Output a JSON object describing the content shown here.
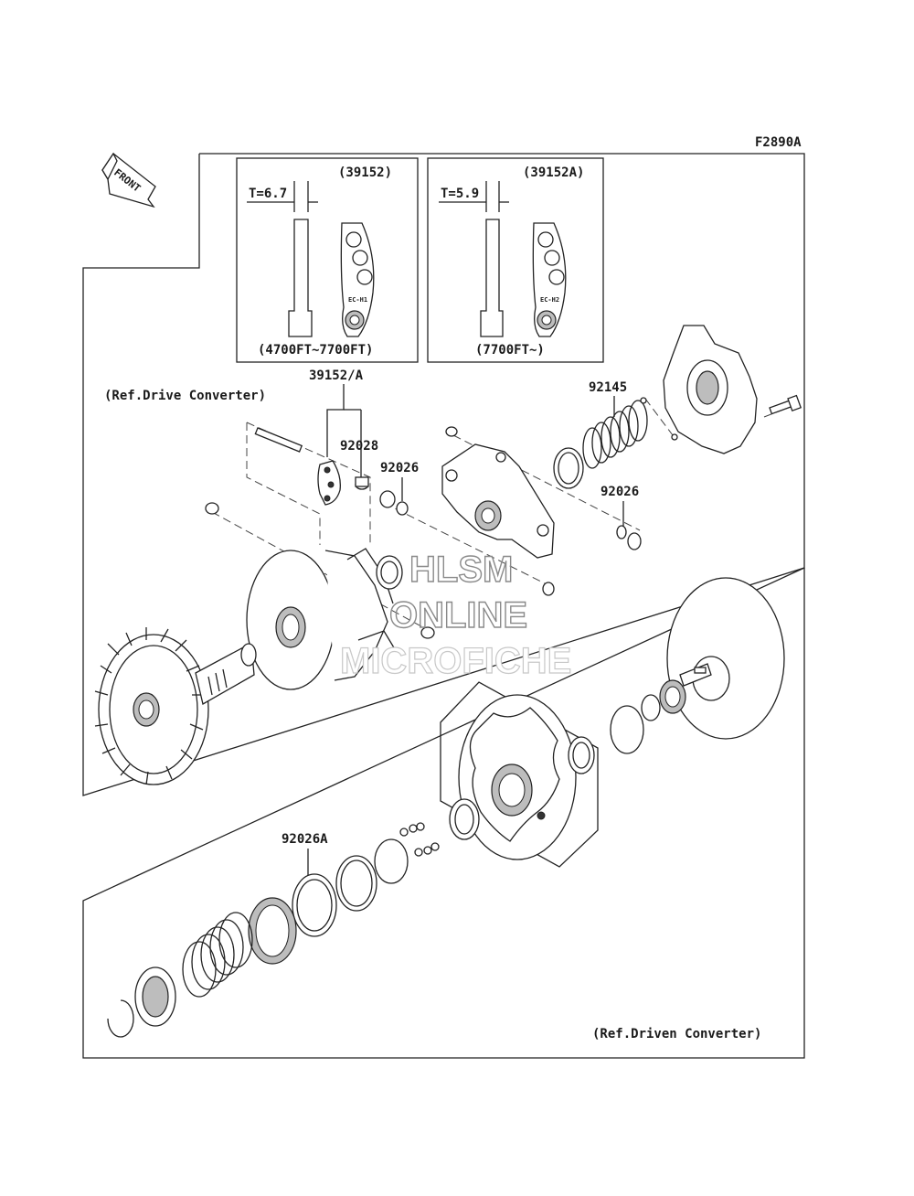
{
  "diagram_id": "F2890A",
  "front_label": "FRONT",
  "panels": {
    "option_a": {
      "part_no": "(39152)",
      "thickness": "T=6.7",
      "stamp": "EC-H1",
      "altitude": "(4700FT~7700FT)"
    },
    "option_b": {
      "part_no": "(39152A)",
      "thickness": "T=5.9",
      "stamp": "EC-H2",
      "altitude": "(7700FT~)"
    }
  },
  "callouts": {
    "weights": "39152/A",
    "ref_drive": "(Ref.Drive Converter)",
    "pin": "92028",
    "washer_left": "92026",
    "spring": "92145",
    "washer_right": "92026",
    "driven_washer": "92026A",
    "ref_driven": "(Ref.Driven Converter)"
  },
  "watermark": {
    "line1": "HLSM",
    "line2": "ONLINE",
    "line3": "MICROFICHE"
  }
}
